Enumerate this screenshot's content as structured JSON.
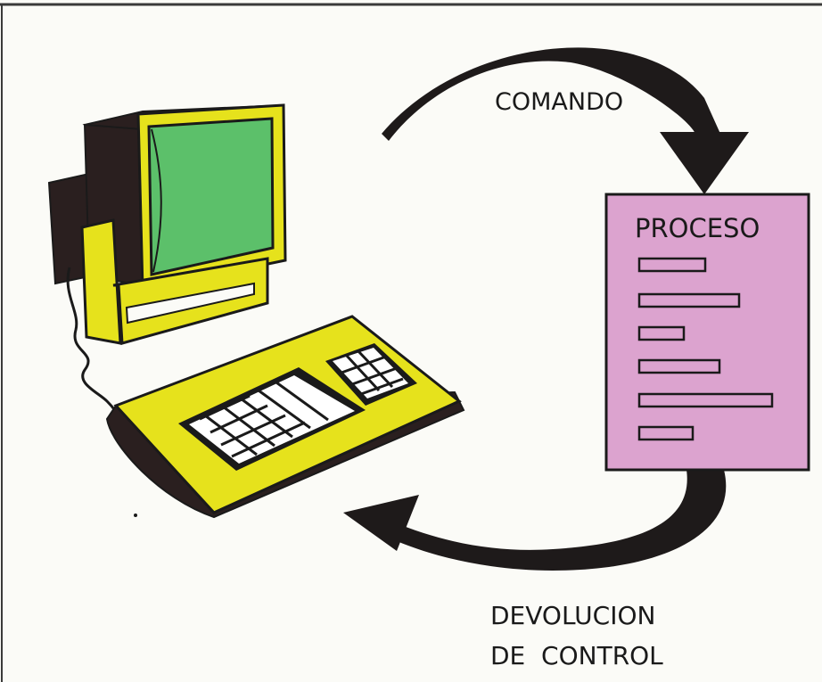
{
  "diagram": {
    "top_arrow_label": "COMANDO",
    "process_box_title": "PROCESO",
    "bottom_arrow_label_line1": "DEVOLUCION",
    "bottom_arrow_label_line2": "DE  CONTROL",
    "colors": {
      "background": "#fbfbf7",
      "frame": "#3a3a3a",
      "outline": "#1a1a1a",
      "monitor_dark": "#2a1f1f",
      "monitor_yellow": "#e6e21c",
      "screen_green": "#5cc06a",
      "keyboard_yellow": "#e6e21c",
      "key_white": "#ffffff",
      "process_box_fill": "#dca3cf",
      "arrow_dark": "#1e1a1a"
    },
    "icons": [
      "computer-terminal-icon",
      "process-document-icon"
    ]
  }
}
